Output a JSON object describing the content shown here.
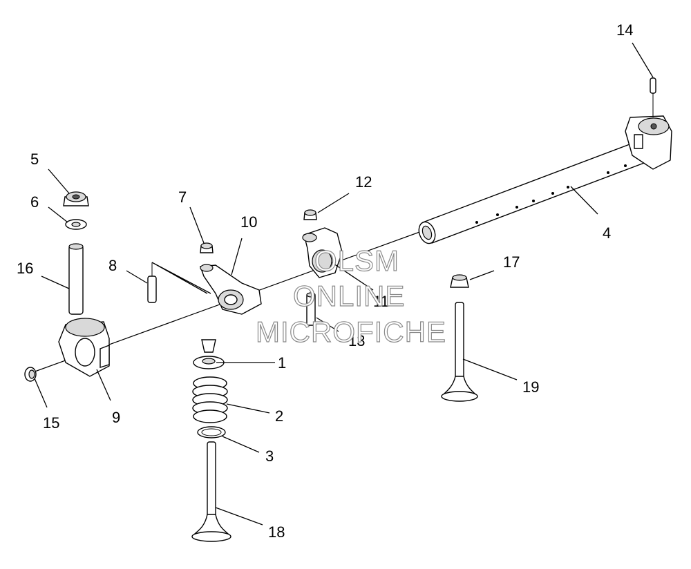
{
  "callouts": [
    {
      "id": "1",
      "label": "1"
    },
    {
      "id": "2",
      "label": "2"
    },
    {
      "id": "3",
      "label": "3"
    },
    {
      "id": "4",
      "label": "4"
    },
    {
      "id": "5",
      "label": "5"
    },
    {
      "id": "6",
      "label": "6"
    },
    {
      "id": "7",
      "label": "7"
    },
    {
      "id": "8",
      "label": "8"
    },
    {
      "id": "9",
      "label": "9"
    },
    {
      "id": "10",
      "label": "10"
    },
    {
      "id": "11",
      "label": "11"
    },
    {
      "id": "12",
      "label": "12"
    },
    {
      "id": "13",
      "label": "13"
    },
    {
      "id": "14",
      "label": "14"
    },
    {
      "id": "15",
      "label": "15"
    },
    {
      "id": "16",
      "label": "16"
    },
    {
      "id": "17",
      "label": "17"
    },
    {
      "id": "18",
      "label": "18"
    },
    {
      "id": "19",
      "label": "19"
    }
  ],
  "watermark": {
    "line1": "OLSM",
    "line2": "ONLINE",
    "line3": "MICROFICHE"
  }
}
